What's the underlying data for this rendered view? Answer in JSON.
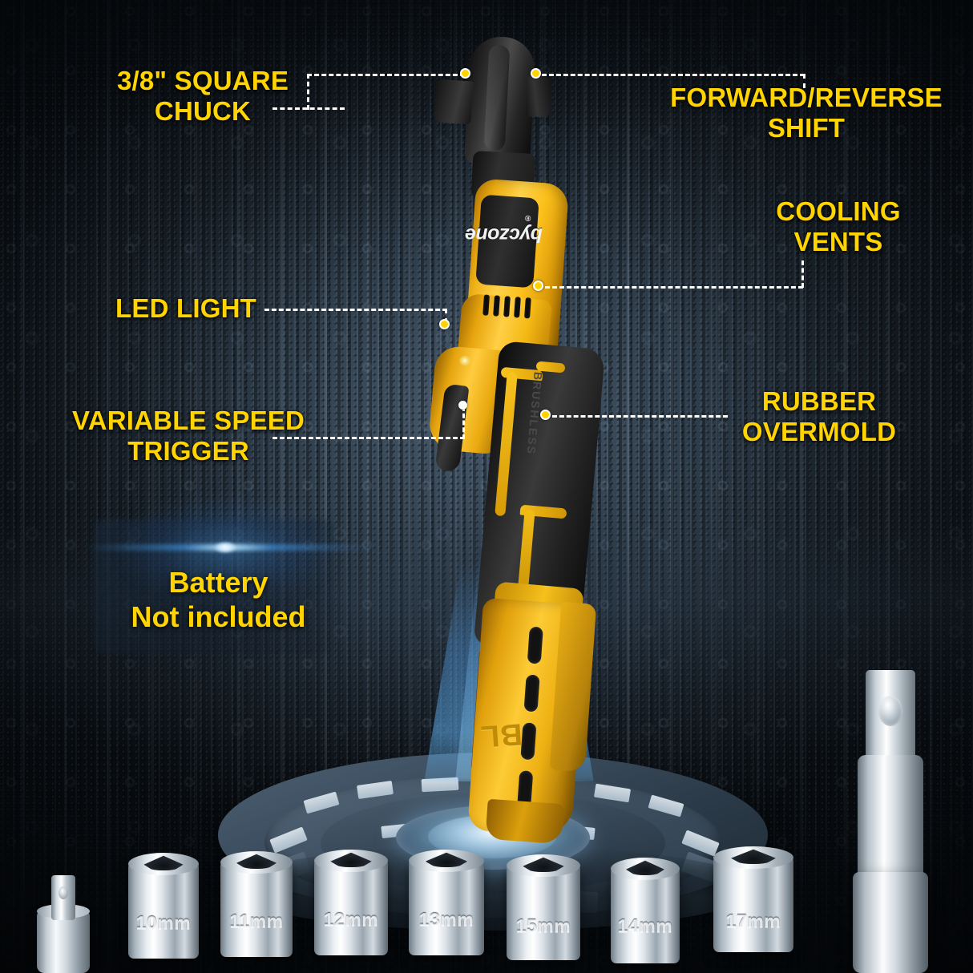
{
  "product": {
    "brand": "byczone",
    "brand_mark": "®",
    "motor_badge": "BL",
    "grip_text": "BRUSHLESS"
  },
  "callouts": [
    {
      "id": "square-chuck",
      "text": "3/8\" SQUARE\nCHUCK"
    },
    {
      "id": "forward-reverse",
      "text": "FORWARD/REVERSE\nSHIFT"
    },
    {
      "id": "cooling-vents",
      "text": "COOLING\nVENTS"
    },
    {
      "id": "led-light",
      "text": "LED LIGHT"
    },
    {
      "id": "rubber-overmold",
      "text": "RUBBER\nOVERMOLD"
    },
    {
      "id": "variable-speed",
      "text": "VARIABLE SPEED\nTRIGGER"
    }
  ],
  "battery_note": "Battery\nNot included",
  "sockets": [
    {
      "label": "10mm"
    },
    {
      "label": "11mm"
    },
    {
      "label": "12mm"
    },
    {
      "label": "13mm"
    },
    {
      "label": "15mm"
    },
    {
      "label": "14mm"
    },
    {
      "label": "17mm"
    }
  ],
  "accessories": {
    "adapter_name": "socket-adapter",
    "extension_name": "extension-bar"
  },
  "colors": {
    "callout_yellow": "#FFD400",
    "tool_yellow": "#FDC224",
    "leader_white": "#FFFFFF",
    "background_dark": "#0D1116",
    "beam_blue": "#5AA0E2"
  }
}
